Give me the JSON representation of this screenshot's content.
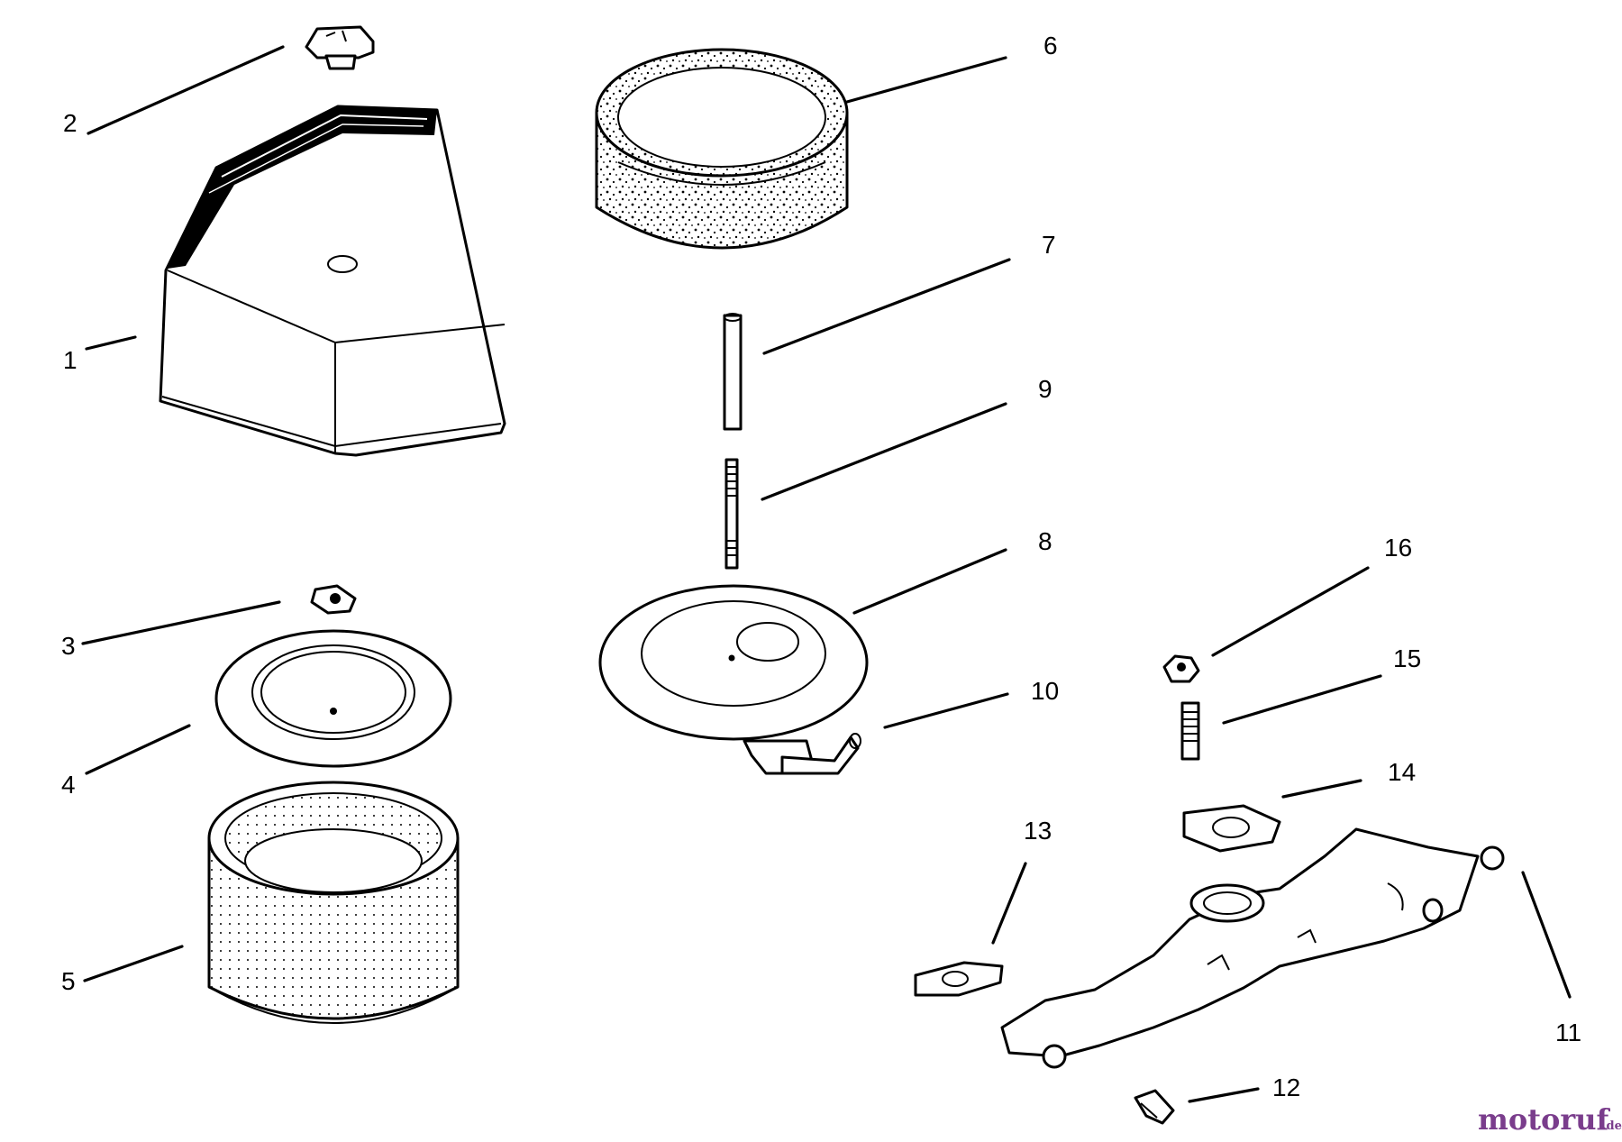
{
  "callouts": [
    "1",
    "2",
    "3",
    "4",
    "5",
    "6",
    "7",
    "8",
    "9",
    "10",
    "11",
    "12",
    "13",
    "14",
    "15",
    "16"
  ],
  "watermark": {
    "text": "motoruf",
    "suffix": ".de",
    "color": "#7a3d8c"
  }
}
